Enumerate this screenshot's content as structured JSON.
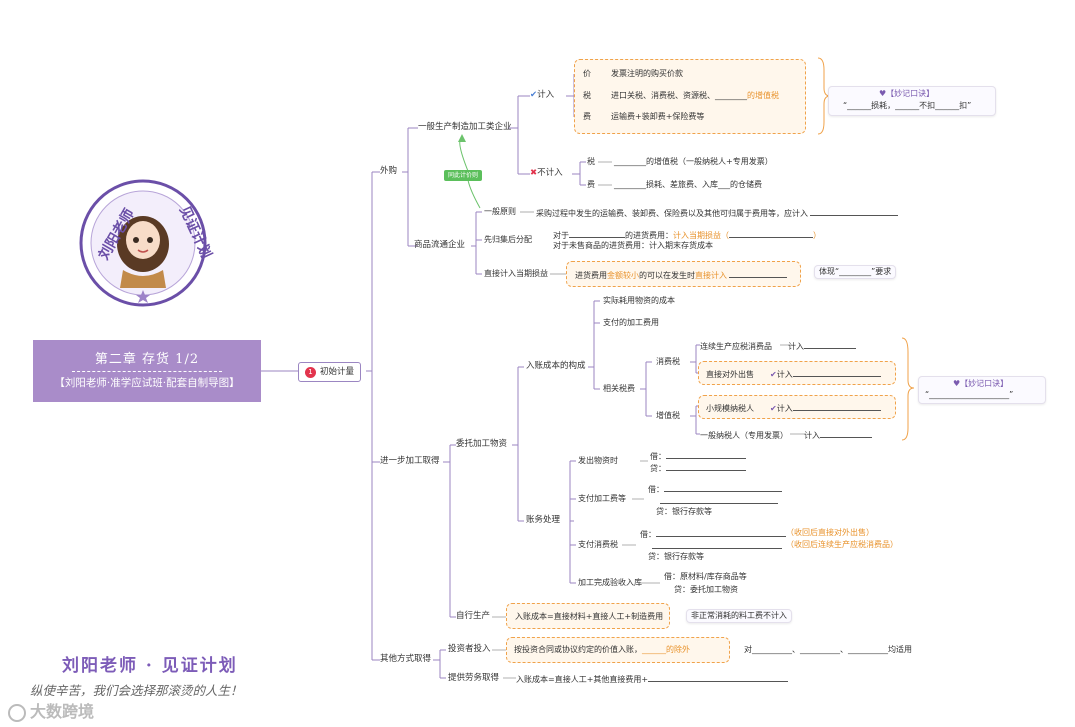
{
  "header_box": {
    "line1": "第二章 存货 1/2",
    "line2": "【刘阳老师·准学应试班·配套自制导图】"
  },
  "logo": {
    "text": "刘阳老师 · 见证计划"
  },
  "footer": {
    "brand": "刘阳老师 · 见证计划",
    "slogan": "纵使辛苦，我们会选择那滚烫的人生！",
    "watermark": "大数跨境"
  },
  "central": {
    "badge": "1",
    "label": "初始计量"
  },
  "branches": {
    "waigou": "外购",
    "jinyibu": "进一步加工取得",
    "qita": "其他方式取得"
  },
  "manufacturing": {
    "label": "一般生产制造加工类企业",
    "jiru": "计入",
    "bujiru": "不计入",
    "price_row": {
      "key": "价",
      "text": "发票注明的购买价款"
    },
    "tax_row": {
      "key": "税",
      "text": "进口关税、消费税、资源税、",
      "blank": "________",
      "highlight": "的增值税"
    },
    "fee_row": {
      "key": "费",
      "text": "运输费+装卸费+保险费等"
    },
    "not_tax": {
      "key": "税",
      "text": "________的增值税（一般纳税人+专用发票）"
    },
    "not_fee": {
      "key": "费",
      "text": "________损耗、差旅费、入库___的仓储费"
    },
    "mnemonic_title": "【妙记口诀】",
    "mnemonic_text": "“______损耗，______不扣______扣”",
    "tag": "同此计价则"
  },
  "commerce": {
    "label": "商品流通企业",
    "general": {
      "label": "一般原则",
      "text": "采购过程中发生的运输费、装卸费、保险费以及其他可归属于费用等，应计入"
    },
    "collect": {
      "label": "先归集后分配",
      "line1a": "对于",
      "line1b": "的进货费用：",
      "line1c": "计入当期损益（",
      "line1d": "）",
      "line2": "对于未售商品的进货费用：计入期末存货成本"
    },
    "direct": {
      "label": "直接计入当期损益",
      "text_a": "进货费用",
      "text_b": "金额较小",
      "text_c": "的可以在发生时",
      "text_d": "直接计入",
      "note": "体现“________”要求"
    }
  },
  "outsourced": {
    "label": "委托加工物资",
    "composition": {
      "label": "入账成本的构成",
      "item1": "实际耗用物资的成本",
      "item2": "支付的加工费用",
      "item3": "相关税费",
      "consumption_tax": "消费税",
      "continue_prod": "连续生产应税消费品",
      "continue_prod_tail": "计入",
      "direct_sale": "直接对外出售",
      "direct_sale_tail": "计入",
      "vat": "增值税",
      "small_payer": "小规模纳税人",
      "small_payer_tail": "计入",
      "general_payer": "一般纳税人（专用发票）",
      "general_payer_tail": "计入",
      "mnemonic_title": "【妙记口诀】",
      "mnemonic_text": "“____________________”"
    },
    "accounting": {
      "label": "账务处理",
      "issue": {
        "label": "发出物资时",
        "dr": "借：",
        "cr": "贷："
      },
      "processing_fee": {
        "label": "支付加工费等",
        "dr": "借：",
        "cr": "贷：银行存款等"
      },
      "consumption": {
        "label": "支付消费税",
        "dr": "借：",
        "note1": "（收回后直接对外出售）",
        "note2": "（收回后连续生产应税消费品）",
        "cr": "贷：银行存款等"
      },
      "completion": {
        "label": "加工完成验收入库",
        "dr": "借：原材料/库存商品等",
        "cr": "贷：委托加工物资"
      }
    }
  },
  "self_produced": {
    "label": "自行生产",
    "text": "入账成本=直接材料+直接人工+制造费用",
    "note": "非正常消耗的料工费不计入"
  },
  "investor": {
    "label": "投资者投入",
    "text_a": "按投资合同或协议约定的价值入账，",
    "text_b": "______的除外",
    "note": "对__________、__________、__________均适用"
  },
  "service": {
    "label": "提供劳务取得",
    "text": "入账成本=直接人工+其他直接费用+"
  }
}
